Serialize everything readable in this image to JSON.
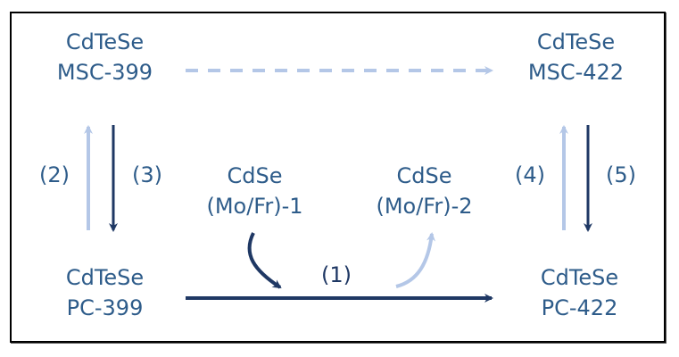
{
  "diagram": {
    "nodes": {
      "msc399": {
        "line1": "CdTeSe",
        "line2": "MSC-399"
      },
      "msc422": {
        "line1": "CdTeSe",
        "line2": "MSC-422"
      },
      "pc399": {
        "line1": "CdTeSe",
        "line2": "PC-399"
      },
      "pc422": {
        "line1": "CdTeSe",
        "line2": "PC-422"
      },
      "cdse1": {
        "line1": "CdSe",
        "line2": "(Mo/Fr)-1"
      },
      "cdse2": {
        "line1": "CdSe",
        "line2": "(Mo/Fr)-2"
      }
    },
    "step_labels": {
      "s1": "(1)",
      "s2": "(2)",
      "s3": "(3)",
      "s4": "(4)",
      "s5": "(5)"
    },
    "colors": {
      "text": "#2e5c8a",
      "dark_arrow": "#1f3864",
      "light_arrow": "#b4c7e7",
      "border": "#000000"
    },
    "edges": [
      {
        "from": "msc399",
        "to": "msc422",
        "style": "dashed-light"
      },
      {
        "from": "pc399",
        "to": "msc399",
        "label": "(2)",
        "style": "solid-light"
      },
      {
        "from": "msc399",
        "to": "pc399",
        "label": "(3)",
        "style": "solid-dark"
      },
      {
        "from": "pc422",
        "to": "msc422",
        "label": "(4)",
        "style": "solid-light"
      },
      {
        "from": "msc422",
        "to": "pc422",
        "label": "(5)",
        "style": "solid-dark"
      },
      {
        "from": "pc399",
        "to": "pc422",
        "label": "(1)",
        "style": "solid-dark"
      },
      {
        "from": "cdse1",
        "to": "pc399-pc422",
        "style": "curved-dark"
      },
      {
        "from": "pc399-pc422",
        "to": "cdse2",
        "style": "curved-light"
      }
    ]
  }
}
